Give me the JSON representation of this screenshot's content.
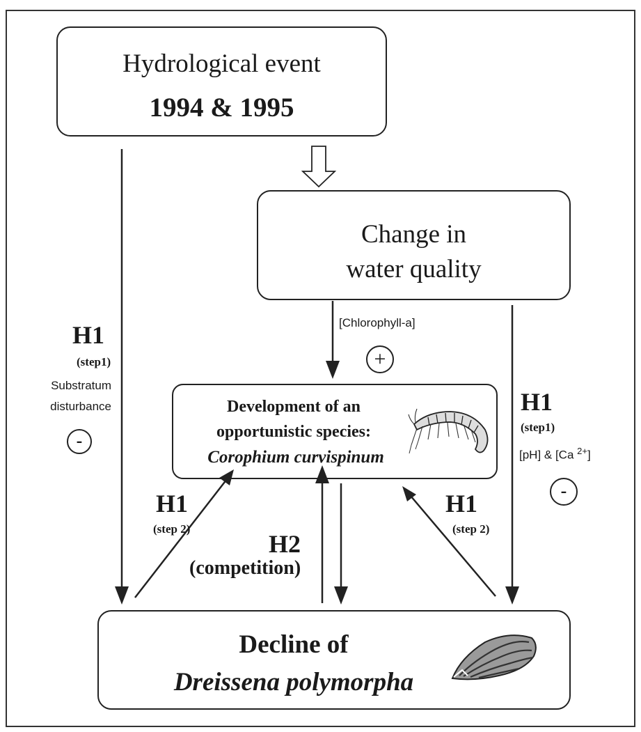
{
  "boxes": {
    "hydrological": {
      "line1": "Hydrological event",
      "line2": "1994 & 1995"
    },
    "water_quality": {
      "line1": "Change in",
      "line2": "water quality"
    },
    "corophium": {
      "line1": "Development of an",
      "line2": "opportunistic species:",
      "line3": "Corophium curvispinum"
    },
    "dreissena": {
      "line1": "Decline of",
      "line2": "Dreissena polymorpha"
    }
  },
  "labels": {
    "h1_left": "H1",
    "h1_left_step": "(step1)",
    "substratum_line1": "Substratum",
    "substratum_line2": "disturbance",
    "minus_left": "-",
    "chlorophyll": "[Chlorophyll-a]",
    "plus": "+",
    "h1_right": "H1",
    "h1_right_step": "(step1)",
    "ph_ca_main": "[pH] & [Ca",
    "ph_ca_sup": "2+",
    "ph_ca_close": "]",
    "minus_right": "-",
    "h1_step2_left": "H1",
    "step2_left": "(step 2)",
    "h2": "H2",
    "competition": "(competition)",
    "h1_step2_right": "H1",
    "step2_right": "(step 2)"
  }
}
